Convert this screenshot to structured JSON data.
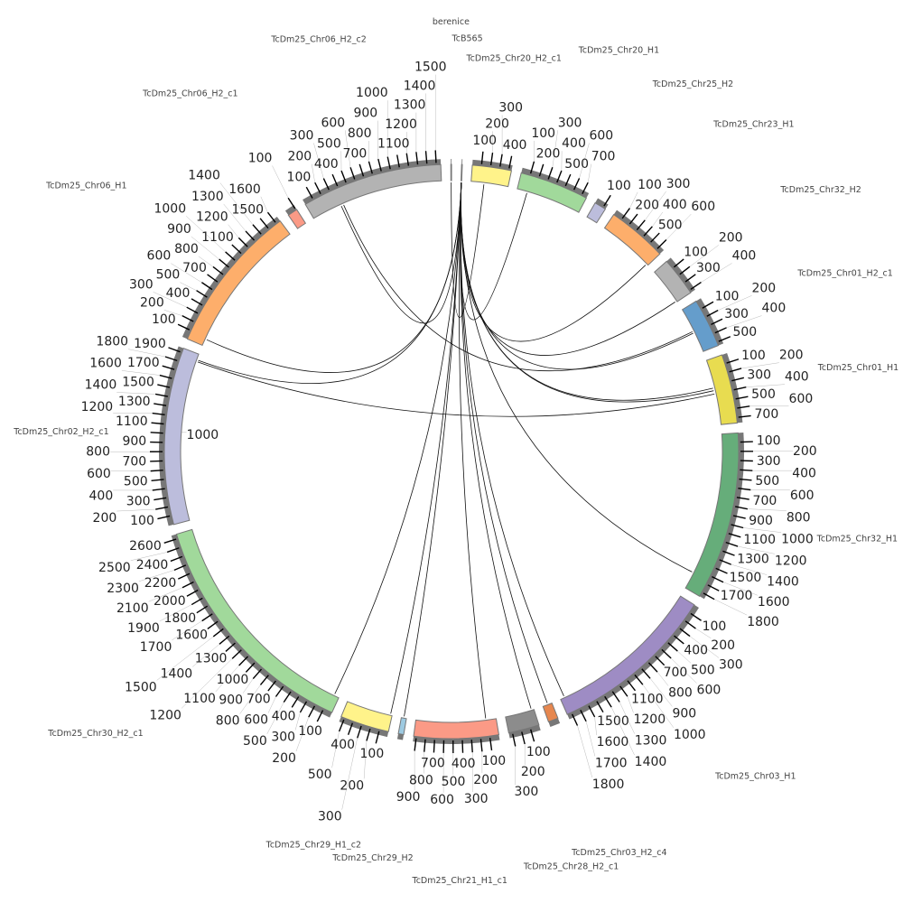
{
  "chart_data": {
    "type": "chord",
    "title": "",
    "tick_interval": 100,
    "sectors": [
      {
        "name": "TcDm25_Chr06_H2_c2",
        "length": 1550,
        "ticks_max": 1500,
        "color": "#b3b3b3"
      },
      {
        "name": "berenice",
        "length": 8,
        "ticks_max": 0,
        "color": "#9a9a9a"
      },
      {
        "name": "TcB565",
        "length": 8,
        "ticks_max": 0,
        "color": "#9a9a9a"
      },
      {
        "name": "TcDm25_Chr20_H2_c1",
        "length": 430,
        "ticks_max": 400,
        "color": "#fff38a"
      },
      {
        "name": "TcDm25_Chr20_H1",
        "length": 760,
        "ticks_max": 700,
        "color": "#a1d99b"
      },
      {
        "name": "TcDm25_Chr25_H2",
        "length": 130,
        "ticks_max": 100,
        "color": "#bcbddc"
      },
      {
        "name": "TcDm25_Chr23_H1",
        "length": 660,
        "ticks_max": 600,
        "color": "#fdae6b"
      },
      {
        "name": "TcDm25_Chr32_H2",
        "length": 430,
        "ticks_max": 400,
        "color": "#b3b3b3"
      },
      {
        "name": "TcDm25_Chr01_H2_c1",
        "length": 540,
        "ticks_max": 500,
        "color": "#659dcb"
      },
      {
        "name": "TcDm25_Chr01_H1",
        "length": 760,
        "ticks_max": 700,
        "color": "#e8dc50"
      },
      {
        "name": "TcDm25_Chr32_H1",
        "length": 1850,
        "ticks_max": 1800,
        "color": "#66ad7a"
      },
      {
        "name": "TcDm25_Chr03_H1",
        "length": 1850,
        "ticks_max": 1800,
        "color": "#9e8cc4"
      },
      {
        "name": "TcDm25_Chr03_H2_c4",
        "length": 110,
        "ticks_max": 0,
        "color": "#e6874f"
      },
      {
        "name": "TcDm25_Chr28_H2_c1",
        "length": 340,
        "ticks_max": 300,
        "color": "#8c8c8c"
      },
      {
        "name": "TcDm25_Chr21_H1_c1",
        "length": 930,
        "ticks_max": 900,
        "color": "#fb9a86"
      },
      {
        "name": "TcDm25_Chr29_H2",
        "length": 60,
        "ticks_max": 0,
        "color": "#9ecae1"
      },
      {
        "name": "TcDm25_Chr29_H1_c2",
        "length": 540,
        "ticks_max": 500,
        "color": "#fff38a"
      },
      {
        "name": "TcDm25_Chr30_H2_c1",
        "length": 2650,
        "ticks_max": 2600,
        "color": "#a1d99b"
      },
      {
        "name": "TcDm25_Chr02_H2_c1",
        "length": 1950,
        "ticks_max": 1900,
        "color": "#bcbddc"
      },
      {
        "name": "TcDm25_Chr06_H1",
        "length": 1650,
        "ticks_max": 1600,
        "color": "#fdae6b"
      },
      {
        "name": "TcDm25_Chr06_H2_c1",
        "length": 110,
        "ticks_max": 100,
        "color": "#fb9a86"
      }
    ],
    "links": [
      {
        "from": [
          "TcB565",
          4
        ],
        "to": [
          "TcDm25_Chr06_H2_c2",
          350
        ]
      },
      {
        "from": [
          "TcB565",
          4
        ],
        "to": [
          "TcDm25_Chr06_H1",
          80
        ]
      },
      {
        "from": [
          "TcB565",
          4
        ],
        "to": [
          "TcDm25_Chr02_H2_c1",
          1880
        ]
      },
      {
        "from": [
          "TcB565",
          4
        ],
        "to": [
          "TcDm25_Chr20_H1",
          120
        ]
      },
      {
        "from": [
          "TcB565",
          4
        ],
        "to": [
          "TcDm25_Chr23_H1",
          640
        ]
      },
      {
        "from": [
          "TcB565",
          4
        ],
        "to": [
          "TcDm25_Chr32_H2",
          420
        ]
      },
      {
        "from": [
          "TcB565",
          4
        ],
        "to": [
          "TcDm25_Chr01_H2_c1",
          300
        ]
      },
      {
        "from": [
          "TcB565",
          4
        ],
        "to": [
          "TcDm25_Chr01_H1",
          330
        ]
      },
      {
        "from": [
          "TcB565",
          4
        ],
        "to": [
          "TcDm25_Chr01_H1",
          360
        ]
      },
      {
        "from": [
          "TcB565",
          4
        ],
        "to": [
          "TcDm25_Chr32_H1",
          1650
        ]
      },
      {
        "from": [
          "TcB565",
          4
        ],
        "to": [
          "TcDm25_Chr03_H1",
          1800
        ]
      },
      {
        "from": [
          "TcB565",
          4
        ],
        "to": [
          "TcDm25_Chr03_H2_c4",
          50
        ]
      },
      {
        "from": [
          "TcB565",
          4
        ],
        "to": [
          "TcDm25_Chr28_H2_c1",
          30
        ]
      },
      {
        "from": [
          "TcB565",
          4
        ],
        "to": [
          "TcDm25_Chr21_H1_c1",
          120
        ]
      },
      {
        "from": [
          "TcB565",
          4
        ],
        "to": [
          "TcDm25_Chr29_H2",
          30
        ]
      },
      {
        "from": [
          "TcB565",
          4
        ],
        "to": [
          "TcDm25_Chr29_H1_c2",
          20
        ]
      },
      {
        "from": [
          "TcB565",
          4
        ],
        "to": [
          "TcDm25_Chr30_H2_c1",
          60
        ]
      },
      {
        "from": [
          "berenice",
          4
        ],
        "to": [
          "TcDm25_Chr20_H2_c1",
          150
        ]
      },
      {
        "from": [
          "TcDm25_Chr06_H2_c2",
          380
        ],
        "to": [
          "TcDm25_Chr01_H2_c1",
          280
        ]
      },
      {
        "from": [
          "TcDm25_Chr02_H2_c1",
          1860
        ],
        "to": [
          "TcDm25_Chr01_H1",
          400
        ]
      }
    ]
  }
}
